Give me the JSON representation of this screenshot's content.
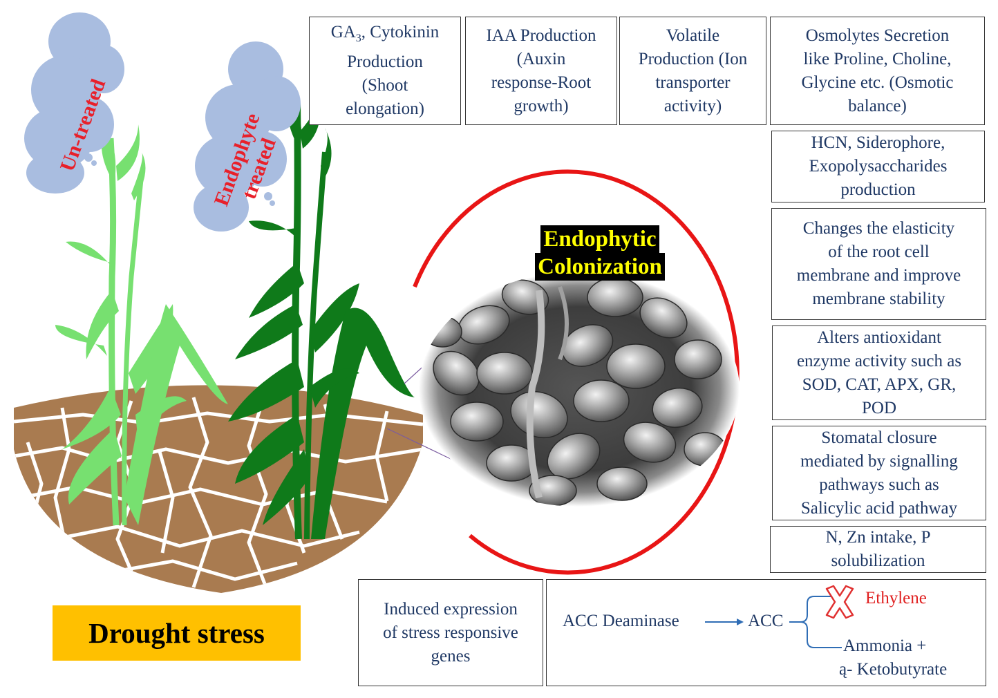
{
  "labels": {
    "untreated": "Un-treated",
    "endophyte_line1": "Endophyte",
    "endophyte_line2": "treated",
    "drought": "Drought stress",
    "colonization_line1": "Endophytic",
    "colonization_line2": "Colonization"
  },
  "boxes": {
    "ga3": {
      "line1_pre": "GA",
      "line1_sub": "3",
      "line1_post": ", Cytokinin",
      "line2": "Production",
      "line3": "(Shoot",
      "line4": "elongation)"
    },
    "iaa": [
      "IAA Production",
      "(Auxin",
      "response-Root",
      "growth)"
    ],
    "volatile": [
      "Volatile",
      "Production (Ion",
      "transporter",
      "activity)"
    ],
    "osmolytes": [
      "Osmolytes Secretion",
      "like Proline, Choline,",
      "Glycine etc. (Osmotic",
      "balance)"
    ],
    "hcn": [
      "HCN, Siderophore,",
      "Exopolysaccharides",
      "production"
    ],
    "membrane": [
      "Changes the elasticity",
      "of the root cell",
      "membrane and improve",
      "membrane stability"
    ],
    "antioxidant": [
      "Alters antioxidant",
      "enzyme activity such as",
      "SOD, CAT, APX, GR,",
      "POD"
    ],
    "stomatal": [
      "Stomatal closure",
      "mediated by signalling",
      "pathways such as",
      "Salicylic acid pathway"
    ],
    "nutrient": [
      "N, Zn intake, P",
      "solubilization"
    ],
    "genes": [
      "Induced expression",
      "of stress responsive",
      "genes"
    ]
  },
  "acc": {
    "deaminase": "ACC Deaminase",
    "acc": "ACC",
    "ethylene": "Ethylene",
    "ammonia": "Ammonia +",
    "keto": "ą- Ketobutyrate"
  },
  "colors": {
    "soil": "#a97b50",
    "light_plant": "#77e070",
    "dark_plant": "#0f7a1a",
    "cloud": "#a9bde0",
    "label_red": "#e8202a",
    "ring": "#e81515",
    "drought_bg": "#ffc000",
    "box_text": "#1f3864"
  }
}
